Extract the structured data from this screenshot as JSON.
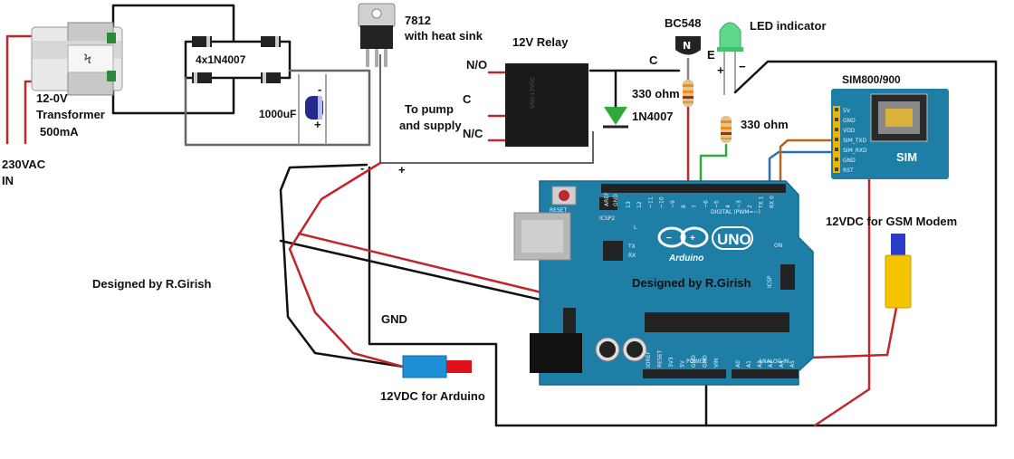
{
  "labels": {
    "transformer_rating": "12-0V",
    "transformer_name": "Transformer",
    "transformer_current": "500mA",
    "mains_voltage": "230VAC",
    "mains_in": "IN",
    "rectifier": "4x1N4007",
    "capacitor": "1000uF",
    "cap_minus": "-",
    "cap_plus": "+",
    "regulator": "7812",
    "heat_sink": "with heat sink",
    "relay": "12V Relay",
    "relay_no": "N/O",
    "relay_c": "C",
    "relay_nc": "N/C",
    "pump_line1": "To pump",
    "pump_line2": "and supply",
    "diode": "1N4007",
    "transistor": "BC548",
    "collector": "C",
    "emitter": "E",
    "res1": "330 ohm",
    "res2": "330 ohm",
    "led": "LED indicator",
    "led_plus": "+",
    "led_minus": "−",
    "sim_module": "SIM800/900",
    "sim_card": "SIM",
    "gsm_supply": "12VDC for GSM Modem",
    "arduino_supply": "12VDC for Arduino",
    "gnd": "GND",
    "rail_minus": "-",
    "rail_plus": "+",
    "credit_left": "Designed by R.Girish",
    "credit_board": "Designed by R.Girish"
  },
  "sim_pins": [
    "5V",
    "GND",
    "VDD",
    "SIM_TXD",
    "SIM_RXD",
    "GND",
    "RST"
  ],
  "arduino": {
    "brand": "Arduino",
    "model": "UNO",
    "reset": "RESET",
    "digital": "DIGITAL (PWM=~)",
    "power": "POWER",
    "analog": "ANALOG IN",
    "icsp": "ICSP",
    "icsp2": "ICSP2",
    "on": "ON",
    "tx": "TX",
    "rx": "RX",
    "l": "L",
    "aref": "AREF",
    "gnd_top": "GND",
    "digital_pins": [
      "13",
      "12",
      "~11",
      "~10",
      "~9",
      "8",
      "7",
      "~6",
      "~5",
      "4",
      "~3",
      "2",
      "TX 1",
      "RX 0"
    ],
    "power_pins": [
      "IOREF",
      "RESET",
      "3V3",
      "5V",
      "GND",
      "GND",
      "VIN"
    ],
    "analog_pins": [
      "A0",
      "A1",
      "A2",
      "A3",
      "A4",
      "A5"
    ]
  },
  "colors": {
    "board": "#1f7ea6",
    "board_dark": "#17688b",
    "sim_board": "#1f7ea6",
    "wire_black": "#111111",
    "wire_red": "#c0262b",
    "wire_green": "#2faa3a",
    "wire_blue": "#2a6fb8",
    "wire_brown": "#b5651d",
    "relay_body": "#1a1a1a",
    "jack_blue": "#1d90d8",
    "jack_yellow": "#f5c400",
    "led_green": "#5ed98a"
  }
}
